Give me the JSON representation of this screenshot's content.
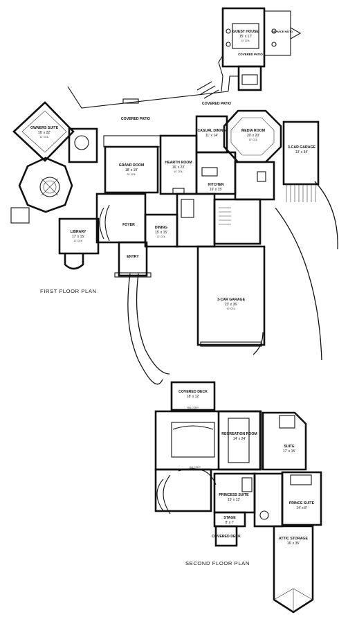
{
  "captions": {
    "first_floor": "FIRST FLOOR PLAN",
    "second_floor": "SECOND FLOOR PLAN"
  },
  "rooms": {
    "guest_house": {
      "name": "GUEST HOUSE",
      "dims": "15' x 17'",
      "note": "10' CEIL"
    },
    "service_patio": {
      "name": "SERVICE PATIO",
      "dims": ""
    },
    "covered_patio_top": {
      "name": "COVERED PATIO",
      "dims": ""
    },
    "covered_patio_main": {
      "name": "COVERED PATIO",
      "dims": ""
    },
    "owners_suite": {
      "name": "OWNERS SUITE",
      "dims": "16' x 22'",
      "note": "12' CEIL"
    },
    "media_room": {
      "name": "MEDIA ROOM",
      "dims": "20' x 20'",
      "note": "12' CEIL"
    },
    "garage_3car_right": {
      "name": "3-CAR GARAGE",
      "dims": "13' x 34'",
      "note": ""
    },
    "casual_dining": {
      "name": "CASUAL DINING",
      "dims": "11' x 14'",
      "note": ""
    },
    "hearth_room": {
      "name": "HEARTH ROOM",
      "dims": "16' x 23'",
      "note": "10' CEIL"
    },
    "grand_room": {
      "name": "GRAND ROOM",
      "dims": "18' x 19'",
      "note": "20' CEIL"
    },
    "kitchen": {
      "name": "KITCHEN",
      "dims": "16' x 15'",
      "note": ""
    },
    "library": {
      "name": "LIBRARY",
      "dims": "17' x 15'",
      "note": "12' CEIL"
    },
    "foyer": {
      "name": "FOYER",
      "dims": "",
      "note": ""
    },
    "dining": {
      "name": "DINING",
      "dims": "15' x 15'",
      "note": "12' CEIL"
    },
    "entry": {
      "name": "ENTRY",
      "dims": ""
    },
    "garage_3car_main": {
      "name": "3-CAR GARAGE",
      "dims": "23' x 36'",
      "note": "10' CEIL"
    },
    "covered_deck_top": {
      "name": "COVERED DECK",
      "dims": "18' x 12'",
      "note": ""
    },
    "recreation_room": {
      "name": "RECREATION ROOM",
      "dims": "14' x 24'",
      "note": ""
    },
    "suite2": {
      "name": "SUITE",
      "dims": "17' x 15'",
      "note": ""
    },
    "princess_suite": {
      "name": "PRINCESS SUITE",
      "dims": "15' x 13'",
      "note": ""
    },
    "prince_suite": {
      "name": "PRINCE SUITE",
      "dims": "14' x 8'",
      "note": ""
    },
    "stage": {
      "name": "STAGE",
      "dims": "8' x 7'"
    },
    "covered_deck_bottom": {
      "name": "COVERED DECK",
      "dims": ""
    },
    "attic_storage": {
      "name": "ATTIC STORAGE",
      "dims": "16' x 35'"
    },
    "balcony_1": {
      "name": "BALCONY"
    },
    "balcony_2": {
      "name": "BALCONY"
    }
  }
}
